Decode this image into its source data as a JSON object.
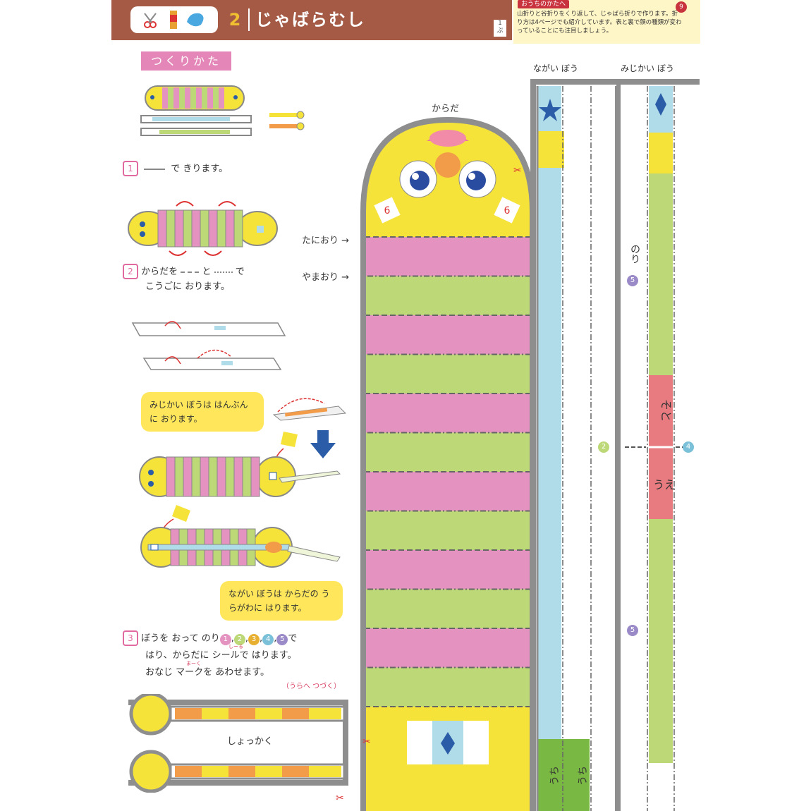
{
  "header": {
    "lesson_number": "2",
    "title": "じゃばらむし",
    "level": "1",
    "level_unit": "ぷ"
  },
  "note": {
    "label": "おうちのかたへ",
    "text": "山折りと谷折りをくり返して、じゃばら折りで作ります。折り方は4ページでも紹介しています。表と裏で顔の種類が変わっていることにも注目しましょう。",
    "page": "9"
  },
  "howto": {
    "label": "つくりかた",
    "step1_num": "1",
    "step1_text": "で きります。",
    "step2_num": "2",
    "step2_line1": "からだを",
    "step2_and": "と",
    "step2_de": "で",
    "step2_line2": "こうごに おります。",
    "bubble_short": "みじかい ぼうは はんぶんに おります。",
    "bubble_long": "ながい ぼうは からだの うらがわに はります。",
    "step3_num": "3",
    "step3_line1a": "ぼうを おって のり",
    "step3_nums": [
      "1",
      "2",
      "3",
      "4",
      "5"
    ],
    "step3_line1b": "で",
    "step3_line2": "はり、からだに シールで はります。",
    "step3_line3": "おなじ マークを あわせます。",
    "ruby_seal": "しーる",
    "ruby_mark": "まーく",
    "continue_note": "（うらへ つづく）"
  },
  "parts": {
    "body_label": "からだ",
    "valley_label": "たにおり",
    "mountain_label": "やまおり",
    "long_stick_label": "ながい ぼう",
    "short_stick_label": "みじかい ぼう",
    "antenna_label": "しょっかく",
    "glue_label": "のり",
    "glue_num_2": "2",
    "glue_num_4": "4",
    "glue_num_5": "5",
    "glue_num_5b": "5",
    "front_label": "うえ",
    "back_label": "そと",
    "inside_label": "うち"
  },
  "colors": {
    "header_bg": "#a45a45",
    "pink": "#e492c0",
    "green": "#bcd877",
    "yellow": "#f5e33a",
    "light_blue": "#b0dbe8",
    "grey": "#8e8e8e",
    "orange": "#f29b49",
    "red_seg": "#e87b80",
    "dark_green": "#7ab844"
  }
}
